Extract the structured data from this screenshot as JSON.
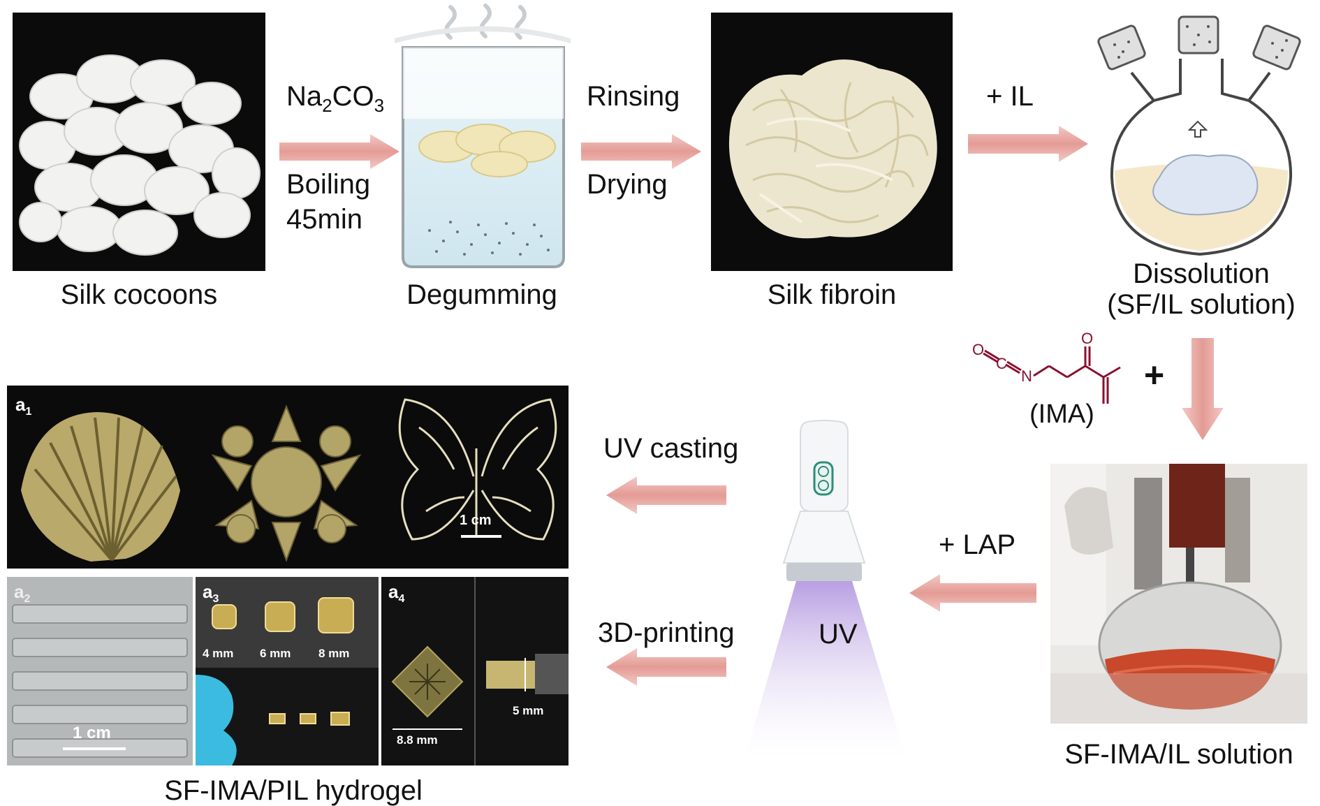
{
  "steps": {
    "silk_cocoons": "Silk cocoons",
    "degumming": "Degumming",
    "silk_fibroin": "Silk fibroin",
    "dissolution": "Dissolution",
    "dissolution_sub": "(SF/IL solution)",
    "sf_ima_il": "SF-IMA/IL solution",
    "hydrogel": "SF-IMA/PIL hydrogel"
  },
  "arrows": {
    "na2co3_pre": "Na",
    "na2co3_sub1": "2",
    "na2co3_mid": "CO",
    "na2co3_sub2": "3",
    "boiling": "Boiling",
    "boiling_time": "45min",
    "rinsing": "Rinsing",
    "drying": "Drying",
    "plus_il": "+ IL",
    "plus_lap": "+ LAP",
    "uv_casting": "UV casting",
    "printing": "3D-printing",
    "uv": "UV"
  },
  "molecule": {
    "name": "(IMA)",
    "plus": "+",
    "o_left": "O",
    "c": "C",
    "n": "N",
    "o_top": "O"
  },
  "panels": {
    "a1": "a",
    "a1_sub": "1",
    "a2": "a",
    "a2_sub": "2",
    "a3": "a",
    "a3_sub": "3",
    "a4": "a",
    "a4_sub": "4",
    "scale_a1": "1 cm",
    "scale_a2": "1 cm",
    "a3_sizes": [
      "4 mm",
      "6 mm",
      "8 mm"
    ],
    "a4_width": "8.8 mm",
    "a4_height": "5 mm"
  },
  "colors": {
    "arrow": "#e8a8a3",
    "molecule": "#8a1030",
    "uv_glow": "#c9b3e8"
  }
}
